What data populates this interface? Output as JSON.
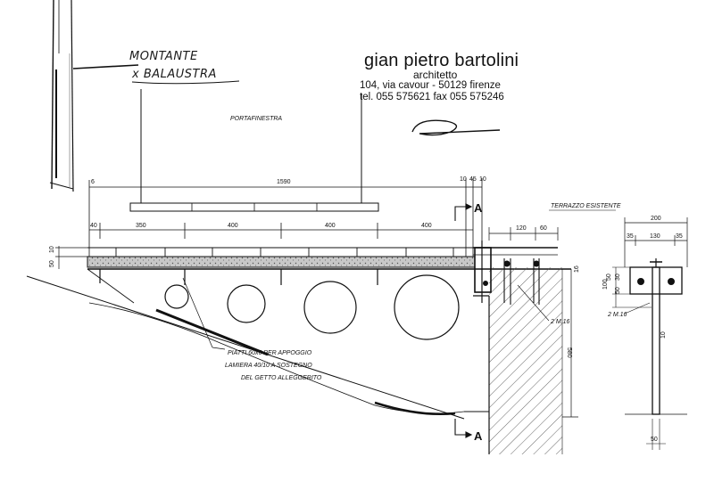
{
  "title_block": {
    "name": "gian pietro bartolini",
    "profession": "architetto",
    "address": "104, via cavour - 50129 firenze",
    "phone": "tel. 055 575621 fax 055 575246"
  },
  "handwritten_note": {
    "line1": "MONTANTE",
    "line2": "x BALAUSTRA"
  },
  "labels": {
    "portafinestra": "PORTAFINESTRA",
    "terrazzo": "TERRAZZO ESISTENTE",
    "piatti_line1": "PIATTI 60x6 PER APPOGGIO",
    "piatti_line2": "LAMIERA 40/10 A SOSTEGNO",
    "piatti_line3": "DEL GETTO ALLEGGERITO",
    "bolts_left": "2 M.16",
    "bolts_right": "2 M.16",
    "section_marker": "A"
  },
  "dimensions": {
    "d1590": "1590",
    "d6": "6",
    "d10a": "10",
    "d45": "45",
    "d10b": "10",
    "d40": "40",
    "d350": "350",
    "d400a": "400",
    "d400b": "400",
    "d400c": "400",
    "d120": "120",
    "d60": "60",
    "d50": "50",
    "d10c": "10",
    "d16": "16",
    "d580": "580",
    "d200": "200",
    "d35a": "35",
    "d130": "130",
    "d35b": "35",
    "d50b": "50",
    "d30": "30",
    "d50c": "50",
    "d100": "100",
    "d10d": "10",
    "d50d": "50"
  },
  "colors": {
    "ink": "#111111",
    "hatch": "#555555"
  }
}
